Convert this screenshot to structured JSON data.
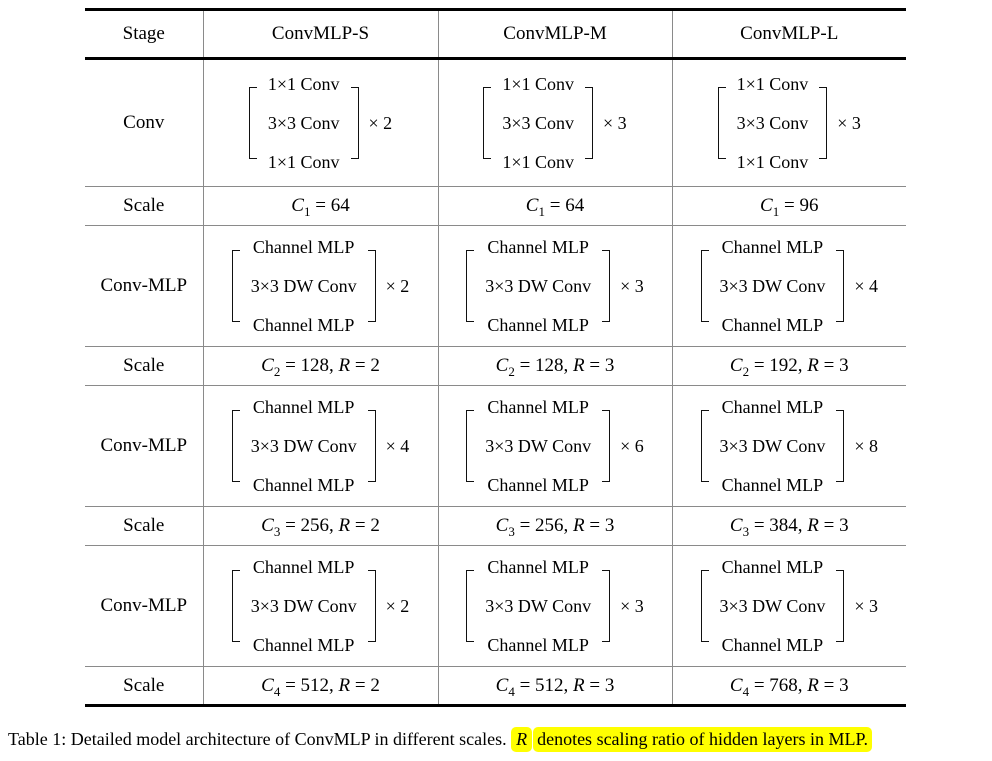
{
  "header": {
    "stage_label": "Stage",
    "columns": [
      "ConvMLP-S",
      "ConvMLP-M",
      "ConvMLP-L"
    ]
  },
  "blocks": [
    {
      "stage": "Conv",
      "lines": [
        "1×1 Conv",
        "3×3 Conv",
        "1×1 Conv"
      ],
      "mults": [
        "× 2",
        "× 3",
        "× 3"
      ]
    },
    {
      "stage": "Conv-MLP",
      "lines": [
        "Channel MLP",
        "3×3 DW Conv",
        "Channel MLP"
      ],
      "mults": [
        "× 2",
        "× 3",
        "× 4"
      ]
    },
    {
      "stage": "Conv-MLP",
      "lines": [
        "Channel MLP",
        "3×3 DW Conv",
        "Channel MLP"
      ],
      "mults": [
        "× 4",
        "× 6",
        "× 8"
      ]
    },
    {
      "stage": "Conv-MLP",
      "lines": [
        "Channel MLP",
        "3×3 DW Conv",
        "Channel MLP"
      ],
      "mults": [
        "× 2",
        "× 3",
        "× 3"
      ]
    }
  ],
  "scales": [
    {
      "stage": "Scale",
      "cells": [
        {
          "sym": "C",
          "sub": "1",
          "rest": " = 64"
        },
        {
          "sym": "C",
          "sub": "1",
          "rest": " = 64"
        },
        {
          "sym": "C",
          "sub": "1",
          "rest": " = 96"
        }
      ]
    },
    {
      "stage": "Scale",
      "cells": [
        {
          "sym": "C",
          "sub": "2",
          "rest": " = 128, ",
          "sym2": "R",
          "rest2": " = 2"
        },
        {
          "sym": "C",
          "sub": "2",
          "rest": " = 128, ",
          "sym2": "R",
          "rest2": " = 3"
        },
        {
          "sym": "C",
          "sub": "2",
          "rest": " = 192, ",
          "sym2": "R",
          "rest2": " = 3"
        }
      ]
    },
    {
      "stage": "Scale",
      "cells": [
        {
          "sym": "C",
          "sub": "3",
          "rest": " = 256, ",
          "sym2": "R",
          "rest2": " = 2"
        },
        {
          "sym": "C",
          "sub": "3",
          "rest": " = 256, ",
          "sym2": "R",
          "rest2": " = 3"
        },
        {
          "sym": "C",
          "sub": "3",
          "rest": " = 384, ",
          "sym2": "R",
          "rest2": " = 3"
        }
      ]
    },
    {
      "stage": "Scale",
      "cells": [
        {
          "sym": "C",
          "sub": "4",
          "rest": " = 512, ",
          "sym2": "R",
          "rest2": " = 2"
        },
        {
          "sym": "C",
          "sub": "4",
          "rest": " = 512, ",
          "sym2": "R",
          "rest2": " = 3"
        },
        {
          "sym": "C",
          "sub": "4",
          "rest": " = 768, ",
          "sym2": "R",
          "rest2": " = 3"
        }
      ]
    }
  ],
  "caption": {
    "plain": "Table 1: Detailed model architecture of ConvMLP in different scales.",
    "highlight_sym": "R",
    "highlight_text": "denotes scaling ratio of hidden layers in MLP."
  }
}
